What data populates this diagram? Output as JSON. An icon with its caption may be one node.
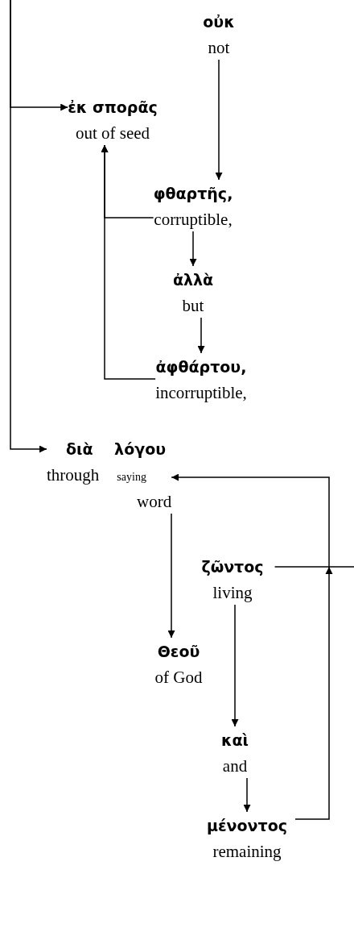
{
  "diagram": {
    "nodes": [
      {
        "text": [
          "οὐκ",
          "not"
        ]
      },
      {
        "text": [
          "ἐκ σπορᾶς",
          "out of seed"
        ]
      },
      {
        "text": [
          "φθαρτῆς,",
          "corruptible,"
        ]
      },
      {
        "text": [
          "ἀλλὰ",
          "but"
        ]
      },
      {
        "text": [
          "ἀφθάρτου,",
          "incorruptible,"
        ]
      },
      {
        "text": [
          "διὰ λόγου",
          "through",
          "saying",
          "word"
        ]
      },
      {
        "text": [
          "ζῶντος",
          "living"
        ]
      },
      {
        "text": [
          "Θεοῦ",
          "of God"
        ]
      },
      {
        "text": [
          "καὶ",
          "and"
        ]
      },
      {
        "text": [
          "μένοντος",
          "remaining"
        ]
      }
    ],
    "edges": [
      {
        "from": null,
        "to": 1,
        "arrow": "to"
      },
      {
        "from": null,
        "to": 5,
        "arrow": "to"
      },
      {
        "from": 0,
        "to": 2,
        "arrow": "to"
      },
      {
        "from": 2,
        "to": 3,
        "arrow": "to"
      },
      {
        "from": 3,
        "to": 4,
        "arrow": "to"
      },
      {
        "from": 2,
        "to": 1,
        "arrow": "to"
      },
      {
        "from": 4,
        "to": 1,
        "arrow": "to"
      },
      {
        "from": 5,
        "to": 7,
        "arrow": "to"
      },
      {
        "from": 6,
        "to": 8,
        "arrow": "to"
      },
      {
        "from": 8,
        "to": 9,
        "arrow": "to"
      },
      {
        "from": 9,
        "to": 5,
        "arrow": "to"
      },
      {
        "from": 6,
        "to": null,
        "arrow": "none"
      }
    ]
  }
}
